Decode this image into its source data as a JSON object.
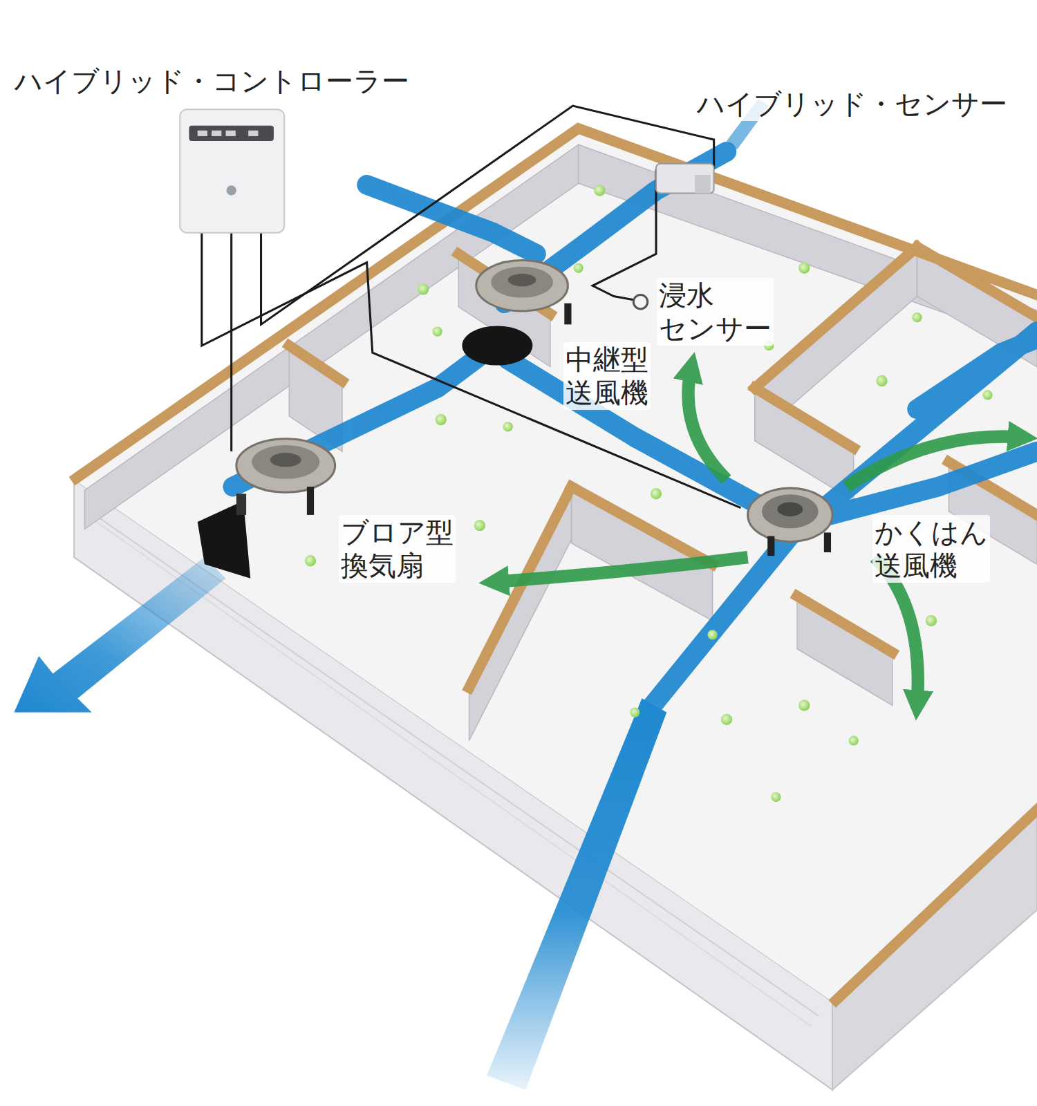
{
  "diagram": {
    "labels": [
      "ハイブリッド・コントローラー",
      "ハイブリッド・センサー",
      "浸水 センサー",
      "中継型 送風機",
      "ブロア型 換気扇",
      "かくはん 送風機"
    ]
  }
}
